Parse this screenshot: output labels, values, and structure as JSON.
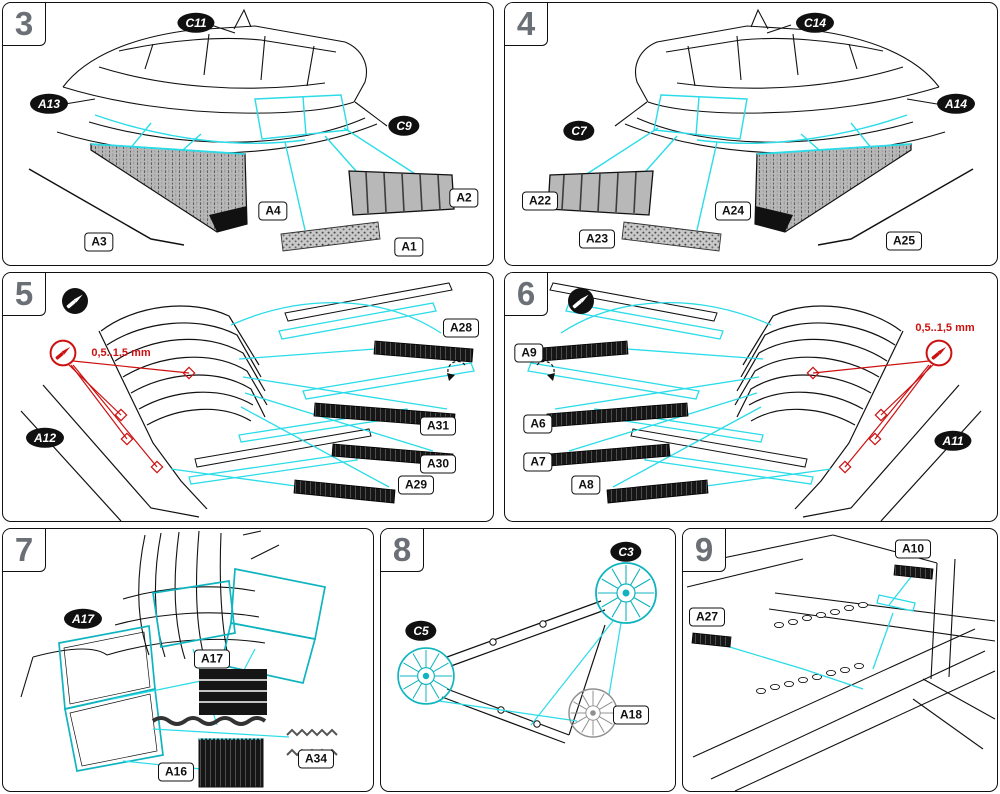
{
  "document": {
    "type": "paper-model-assembly-instructions"
  },
  "colors": {
    "cyan": "#2adce8",
    "teal": "#0fb4bf",
    "red": "#cc1111",
    "part_gray": "#b8b8b8",
    "step_number_gray": "#6b6f76",
    "black": "#101010"
  },
  "panels": {
    "p3": {
      "number": "3",
      "labels": {
        "c11": "C11",
        "a13": "A13",
        "c9": "C9",
        "a4": "A4",
        "a3": "A3",
        "a1": "A1",
        "a2": "A2"
      }
    },
    "p4": {
      "number": "4",
      "labels": {
        "c14": "C14",
        "c7": "C7",
        "a14": "A14",
        "a22": "A22",
        "a23": "A23",
        "a24": "A24",
        "a25": "A25"
      }
    },
    "p5": {
      "number": "5",
      "note": "0,5..1,5 mm",
      "labels": {
        "a28": "A28",
        "a31": "A31",
        "a30": "A30",
        "a29": "A29",
        "a12": "A12"
      }
    },
    "p6": {
      "number": "6",
      "note": "0,5..1,5 mm",
      "labels": {
        "a9": "A9",
        "a6": "A6",
        "a7": "A7",
        "a8": "A8",
        "a11": "A11"
      }
    },
    "p7": {
      "number": "7",
      "labels": {
        "a17_oval": "A17",
        "a17": "A17",
        "a16": "A16",
        "a34": "A34"
      }
    },
    "p8": {
      "number": "8",
      "labels": {
        "c3": "C3",
        "c5": "C5",
        "a18": "A18"
      }
    },
    "p9": {
      "number": "9",
      "labels": {
        "a10": "A10",
        "a27": "A27"
      }
    }
  }
}
